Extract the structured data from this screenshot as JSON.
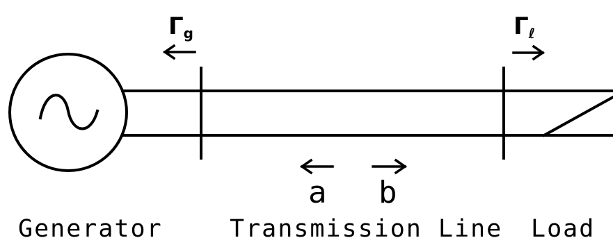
{
  "labels": {
    "generator": "Generator",
    "transmission_line": "Transmission Line",
    "load": "Load",
    "wave_a": "a",
    "wave_b": "b",
    "gamma_g_symbol": "Γ",
    "gamma_g_sub": "g",
    "gamma_l_symbol": "Γ",
    "gamma_l_sub": "ℓ"
  }
}
